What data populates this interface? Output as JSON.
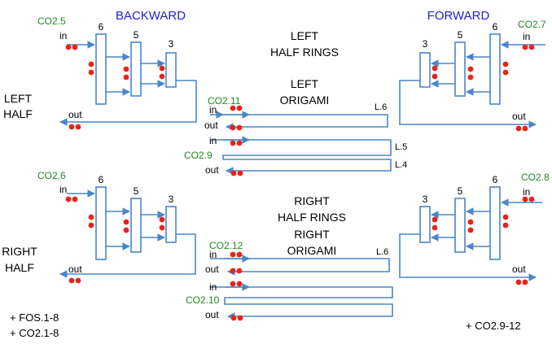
{
  "colors": {
    "pipe": "#4a86c8",
    "dot": "#e8231a",
    "codeLabel": "#1f8a1f",
    "heading": "#2020d0",
    "text": "#000000"
  },
  "headings": {
    "backward": "BACKWARD",
    "forward": "FORWARD"
  },
  "sides": {
    "left": [
      "LEFT",
      "HALF"
    ],
    "right": [
      "RIGHT",
      "HALF"
    ]
  },
  "center": {
    "top": [
      "LEFT",
      "HALF RINGS",
      "LEFT",
      "ORIGAMI"
    ],
    "bottom": [
      "RIGHT",
      "HALF RINGS",
      "RIGHT",
      "ORIGAMI"
    ]
  },
  "io": {
    "in": "in",
    "out": "out"
  },
  "ring_labels": {
    "r6": "6",
    "r5": "5",
    "r3": "3"
  },
  "codes": {
    "tl": "CO2.5",
    "tr": "CO2.7",
    "bl": "CO2.6",
    "br": "CO2.8",
    "o11": "CO2.11",
    "o9": "CO2.9",
    "o12": "CO2.12",
    "o10": "CO2.10"
  },
  "layers": {
    "l6": "L.6",
    "l5": "L.5",
    "l4": "L.4"
  },
  "notes": {
    "left": [
      "+ FOS.1-8",
      "+ CO2.1-8"
    ],
    "right": "+ CO2.9-12"
  }
}
